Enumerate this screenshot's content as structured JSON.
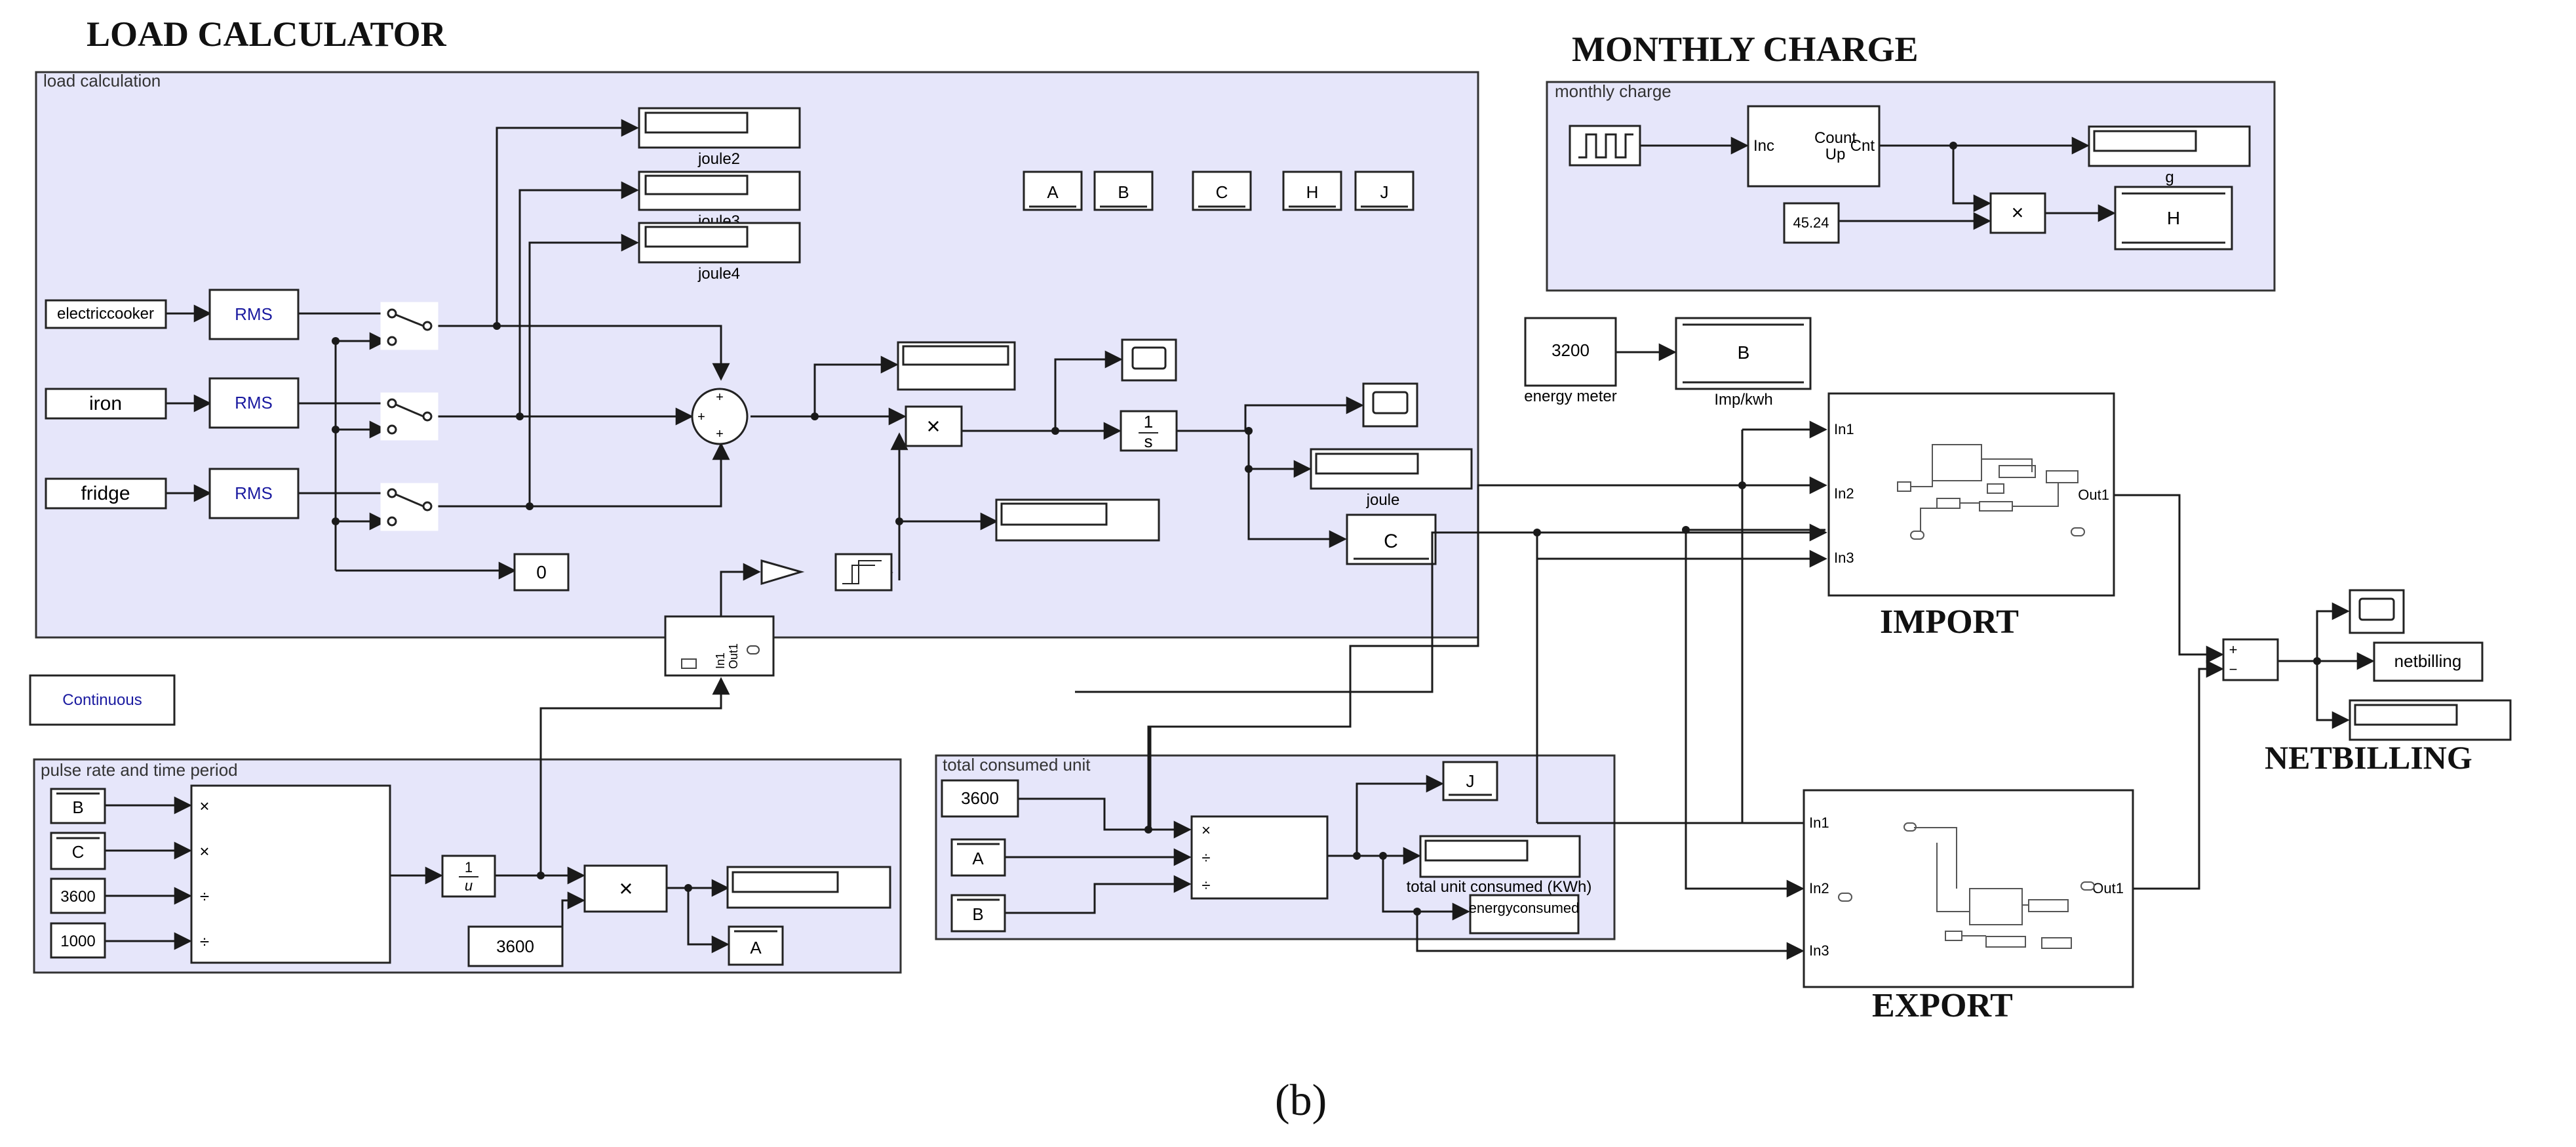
{
  "titles": {
    "load_calculator": "LOAD CALCULATOR",
    "monthly_charge": "MONTHLY CHARGE",
    "import": "IMPORT",
    "export": "EXPORT",
    "netbilling": "NETBILLING",
    "figure_label": "(b)"
  },
  "subsystems": {
    "load_calculation": "load calculation",
    "monthly_charge": "monthly charge",
    "pulse_rate": "pulse rate and time period",
    "total_consumed": "total consumed unit"
  },
  "sources": {
    "electriccooker": "electriccooker",
    "iron": "iron",
    "fridge": "fridge",
    "rms": "RMS",
    "zero": "0",
    "const_3200": "3200",
    "const_45_24": "45.24",
    "const_3600": "3600",
    "const_1000": "1000"
  },
  "labels": {
    "joule2": "joule2",
    "joule3": "joule3",
    "joule4": "joule4",
    "joule": "joule",
    "energy_meter": "energy meter",
    "imp_kwh": "Imp/kwh",
    "g": "g",
    "total_unit": "total unit consumed (KWh)",
    "energyconsumed": "energyconsumed",
    "netbilling": "netbilling",
    "continuous": "Continuous",
    "counter_inc": "Inc",
    "counter_cnt": "Cnt",
    "counter_count": "Count",
    "counter_up": "Up",
    "in1": "In1",
    "in2": "In2",
    "in3": "In3",
    "out1": "Out1"
  },
  "goto_tags": [
    "A",
    "B",
    "C",
    "H",
    "J"
  ],
  "ops": {
    "multiply": "×",
    "divide": "÷",
    "plus": "+",
    "minus": "−",
    "one": "1",
    "s": "s",
    "u": "u"
  },
  "colors": {
    "subsystem_fill": "#e6e6fa",
    "line": "#1a1a1a",
    "rms_text": "#1a1aa0"
  }
}
